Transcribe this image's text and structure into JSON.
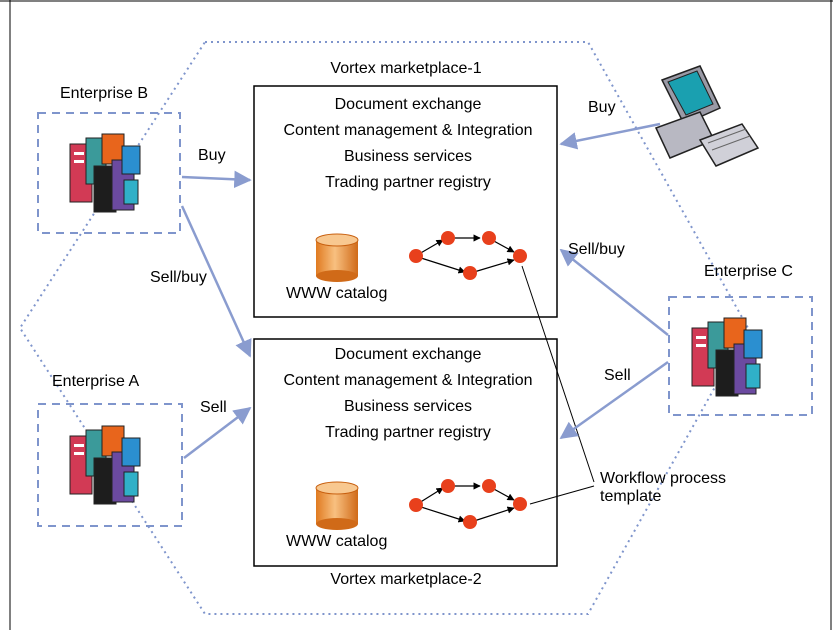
{
  "marketplaces": [
    {
      "title": "Vortex marketplace-1",
      "services": [
        "Document exchange",
        "Content management & Integration",
        "Business services",
        "Trading partner registry"
      ],
      "catalog_label": "WWW catalog"
    },
    {
      "title": "Vortex marketplace-2",
      "services": [
        "Document exchange",
        "Content management & Integration",
        "Business services",
        "Trading partner registry"
      ],
      "catalog_label": "WWW catalog"
    }
  ],
  "enterprises": {
    "a": "Enterprise A",
    "b": "Enterprise B",
    "c": "Enterprise C"
  },
  "flows": {
    "b_buy": "Buy",
    "b_sellbuy": "Sell/buy",
    "a_sell": "Sell",
    "pc_buy": "Buy",
    "c_sellbuy": "Sell/buy",
    "c_sell": "Sell"
  },
  "workflow_label": [
    "Workflow process",
    "template"
  ],
  "colors": {
    "arrow": "#8a9ccf",
    "dash": "#8a9ccf",
    "node": "#e8401c",
    "catalog": "#f0a860",
    "terminal": "#1aa0b0"
  }
}
